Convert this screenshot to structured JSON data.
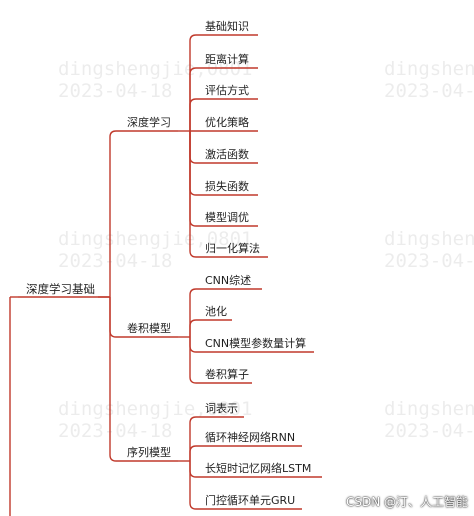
{
  "colors": {
    "line": "#c0392b",
    "text": "#1f1f1f"
  },
  "mindmap": {
    "root": "深度学习基础",
    "branches": [
      {
        "label": "深度学习",
        "children": [
          "基础知识",
          "距离计算",
          "评估方式",
          "优化策略",
          "激活函数",
          "损失函数",
          "模型调优",
          "归一化算法"
        ]
      },
      {
        "label": "卷积模型",
        "children": [
          "CNN综述",
          "池化",
          "CNN模型参数量计算",
          "卷积算子"
        ]
      },
      {
        "label": "序列模型",
        "children": [
          "词表示",
          "循环神经网络RNN",
          "长短时记忆网络LSTM",
          "门控循环单元GRU"
        ]
      }
    ]
  },
  "watermark": {
    "user": "dingshengjie,0801",
    "date": "2023-04-18"
  },
  "csdn_credit": "CSDN @汀、人工智能"
}
